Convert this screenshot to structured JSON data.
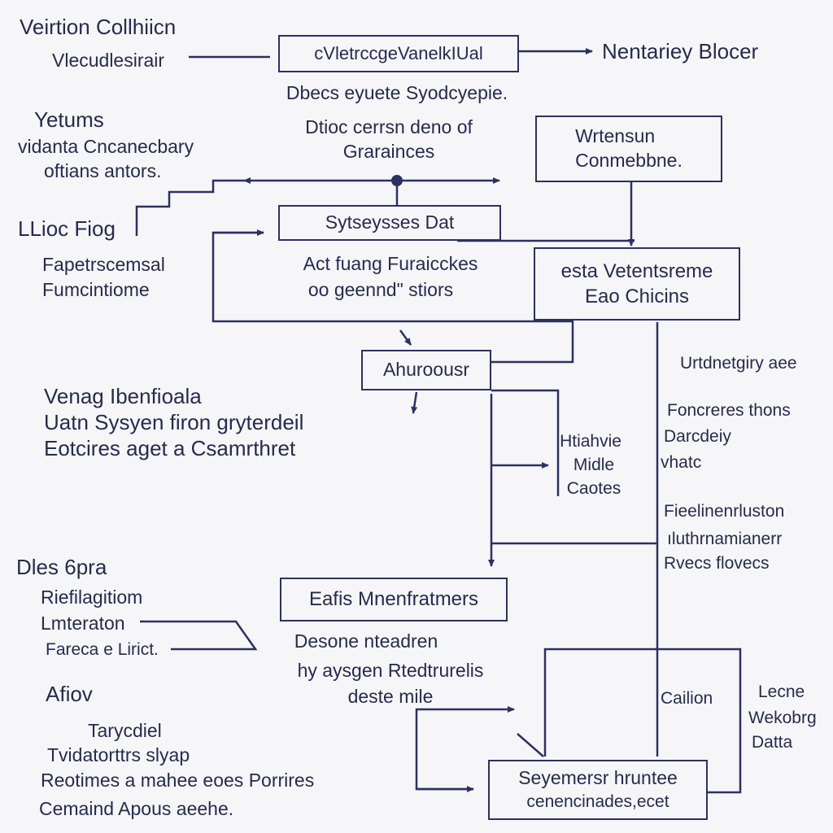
{
  "top_left": {
    "title": "Veirtion Collhiicn",
    "subtitle": "Vlecudlesirair"
  },
  "top_box": {
    "label": "cVletrccgeVanelkIUal"
  },
  "top_right": {
    "label": "Nentariey Blocer"
  },
  "top_center_note": {
    "line1": "Dbecs eyuete Syodcyepie.",
    "line2": "Dtioc cerrsn deno of",
    "line3": "Grarainces"
  },
  "left_group_1": {
    "title": "Yetums",
    "line1": "vidanta Cncanecbary",
    "line2": "oftians antors."
  },
  "right_box_1": {
    "line1": "Wrtensun",
    "line2": "Conmebbne."
  },
  "flag_label": "LLioc Fiog",
  "center_box_1": {
    "label": "Sytseysses Dat"
  },
  "center_note_2": {
    "line1": "Act fuang Furaicckes",
    "line2": "oo geennd\" stiors"
  },
  "left_group_2": {
    "line1": "Fapetrscemsal",
    "line2": "Fumcintiome"
  },
  "right_box_2": {
    "line1": "esta Vetentsreme",
    "line2": "Eao Chicins"
  },
  "center_box_2": {
    "label": "Ahuroousr"
  },
  "right_notes_1": {
    "line1": "Urtdnetgiry aee",
    "line2": "Foncreres thons",
    "line3": "Darcdeiy",
    "line4": "vhatc"
  },
  "left_big": {
    "line1": "Venag Ibenfioala",
    "line2": "Uatn Sysyen firon gryterdeil",
    "line3": "Eotcires aget a Csamrthret"
  },
  "middle_caption": {
    "line1": "Htiahvie",
    "line2": "Midle",
    "line3": "Caotes"
  },
  "right_notes_2": {
    "line1": "Fieelinenrluston",
    "line2": "ıluthrnamianerr",
    "line3": "Rvecs flovecs"
  },
  "left_group_3": {
    "title": "Dles 6pra",
    "line1": "Riefilagitiom",
    "line2": "Lmteraton",
    "line3": "Fareca e Lirict."
  },
  "center_box_3": {
    "label": "Eafis Mnenfratmers"
  },
  "center_note_3": {
    "line1": "Desone nteadren",
    "line2": "hy aysgen Rtedtrurelis",
    "line3": "deste mile"
  },
  "left_group_4": {
    "title": "Afiov",
    "line1": "Tarycdiel",
    "line2": "Tvidatorttrs slyap",
    "line3": "Reotimes a mahee eoes Porrires",
    "line4": "Cemaind Apous aeehe."
  },
  "caption_calion": "Cailion",
  "right_notes_3": {
    "line1": "Lecne",
    "line2": "Wekobrg",
    "line3": "Datta"
  },
  "bottom_box": {
    "line1": "Seyemersr hruntee",
    "line2": "cenencinades,ecet"
  }
}
